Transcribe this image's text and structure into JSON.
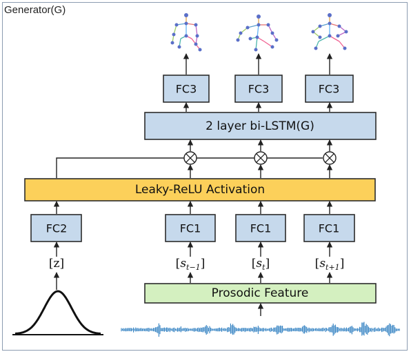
{
  "title": "Generator(G)",
  "blocks": {
    "fc3_label": "FC3",
    "lstm_label": "2 layer bi-LSTM(G)",
    "activation_label": "Leaky-ReLU Activation",
    "fc2_label": "FC2",
    "fc1_label": "FC1",
    "prosodic_label": "Prosodic Feature"
  },
  "inputs": {
    "z": "[z]",
    "s_base": "s",
    "s_prev_sub": "t−1",
    "s_curr_sub": "t",
    "s_next_sub": "t+1"
  },
  "colors": {
    "fc_blue": "#c6d9ec",
    "activation_orange": "#fcd05a",
    "prosodic_green": "#d4f0c0",
    "waveform_blue": "#2f7fc1"
  },
  "icons": [
    "multiply-circle-icon",
    "skeleton-pose-icon",
    "gaussian-curve-icon",
    "audio-waveform-icon"
  ]
}
